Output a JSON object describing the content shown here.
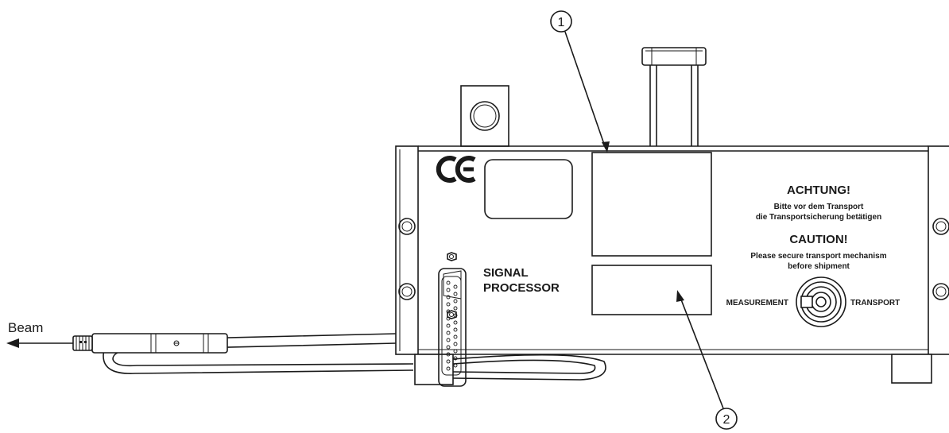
{
  "callouts": {
    "one": "1",
    "two": "2"
  },
  "labels": {
    "beam": "Beam",
    "signal_line1": "SIGNAL",
    "signal_line2": "PROCESSOR",
    "achtung_title": "ACHTUNG!",
    "achtung_line1": "Bitte vor dem Transport",
    "achtung_line2": "die Transportsicherung betätigen",
    "caution_title": "CAUTION!",
    "caution_line1": "Please secure transport mechanism",
    "caution_line2": "before shipment",
    "measurement": "MEASUREMENT",
    "transport": "TRANSPORT",
    "ce_mark": "CE"
  },
  "icons": {
    "ce": "ce-mark-icon",
    "connector": "sub-d-connector-icon",
    "switch": "transport-switch-icon",
    "beam_arrow": "arrow-left-icon"
  }
}
